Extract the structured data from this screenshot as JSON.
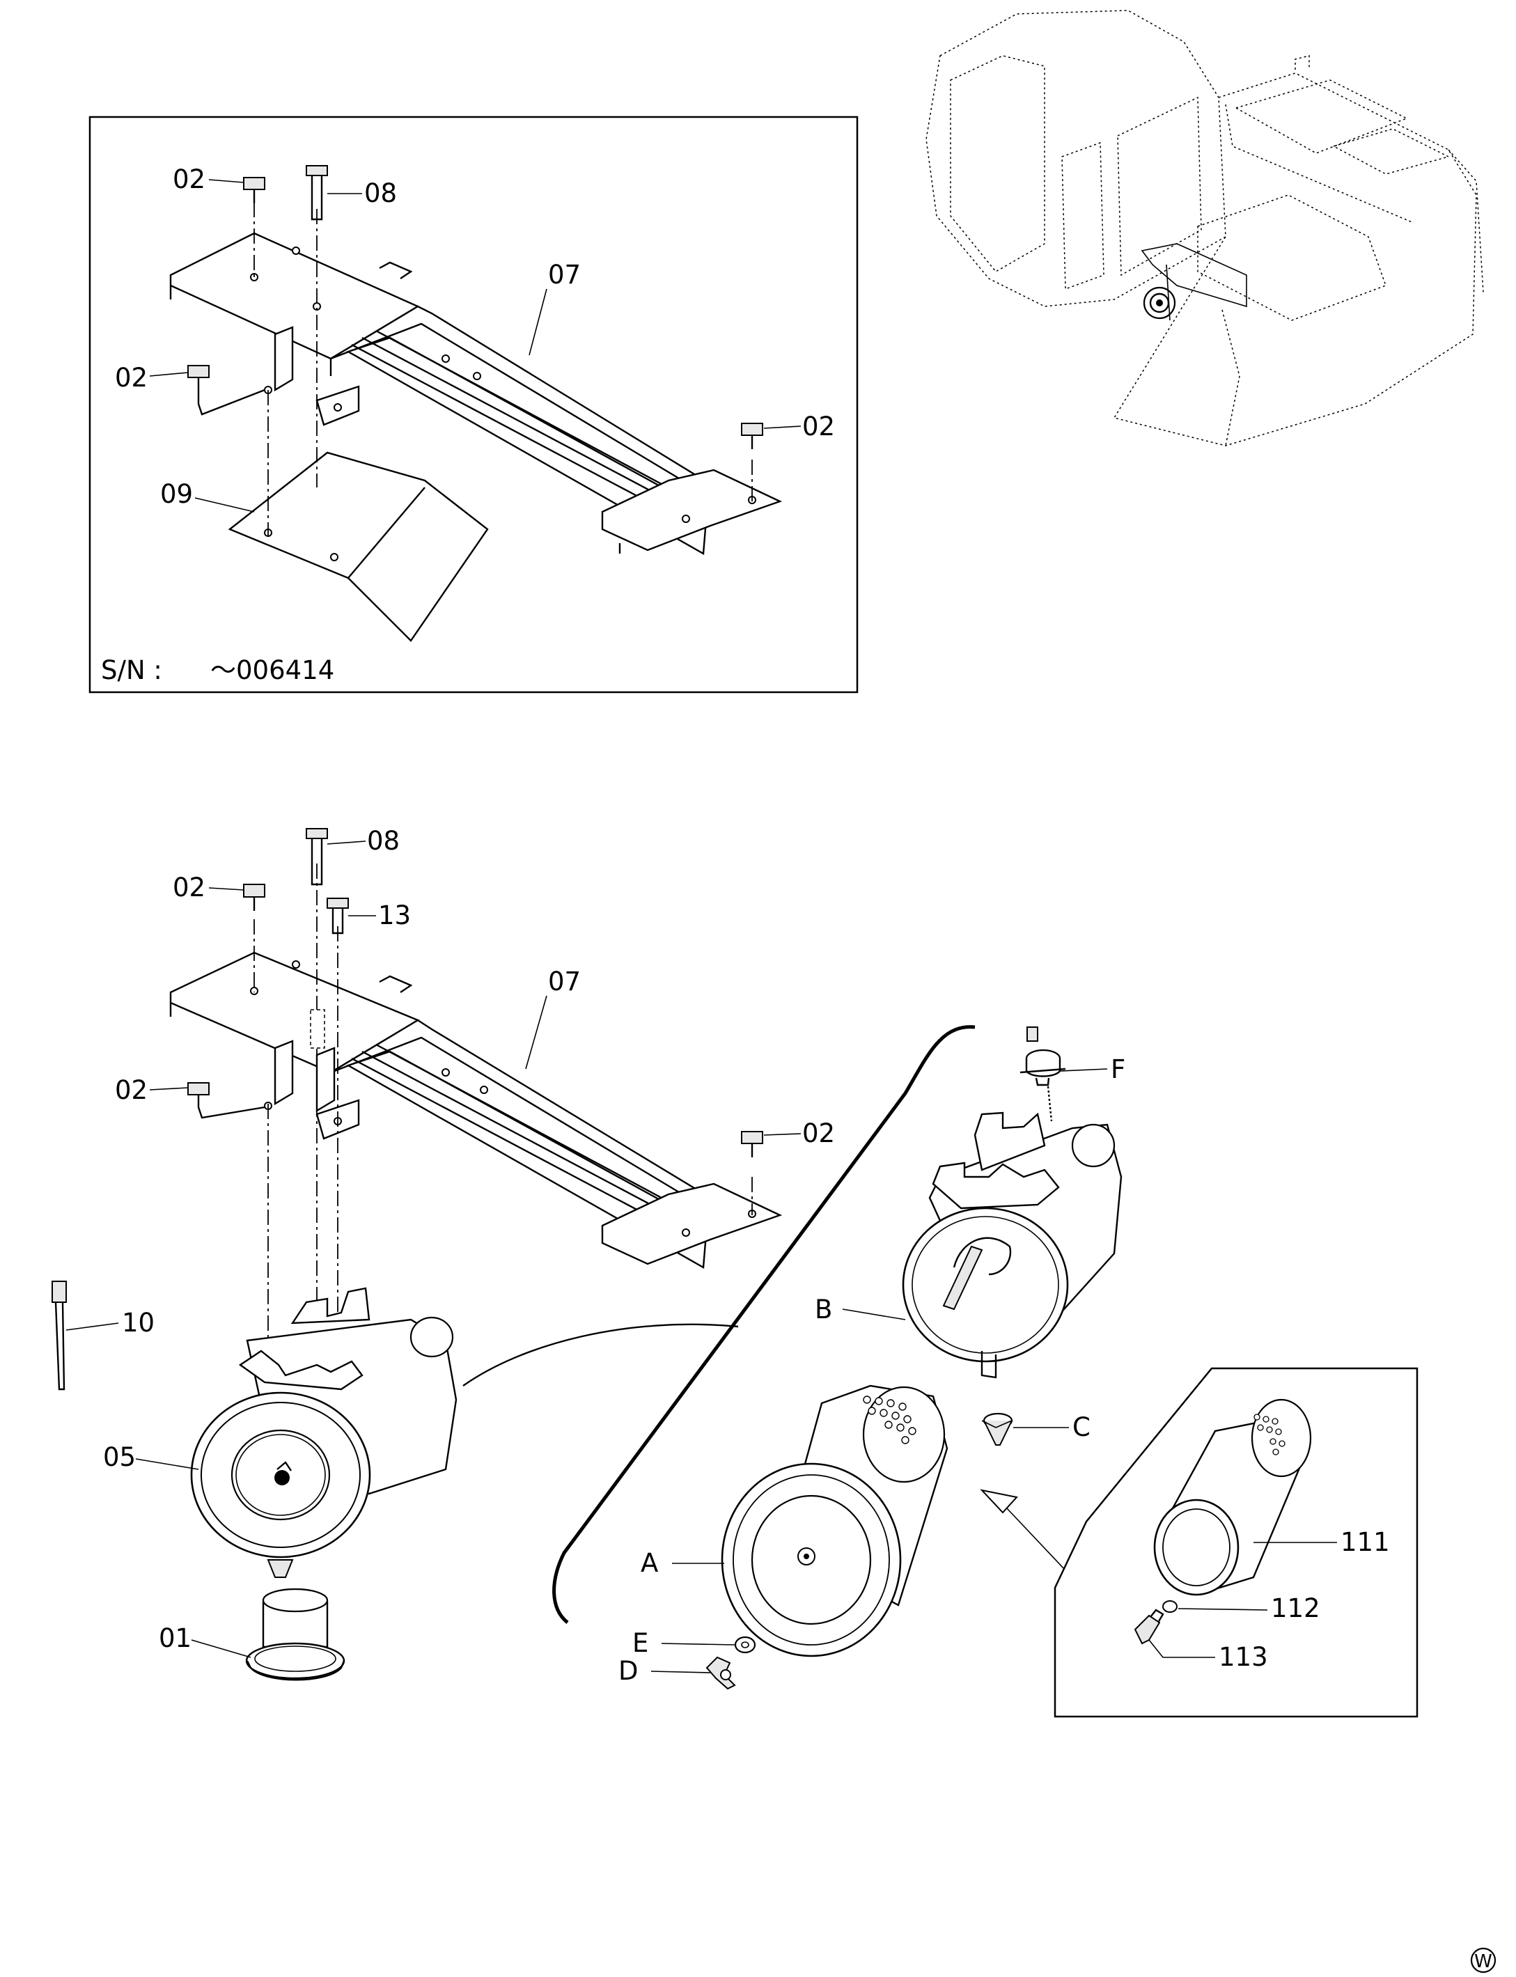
{
  "diagram": {
    "serial_note": "S/N :",
    "serial_range": "～006414",
    "corner_mark": "W",
    "top_callouts": {
      "bolt_top_left": "02",
      "bolt_top": "08",
      "bracket": "07",
      "bolt_mid_left": "02",
      "bolt_right": "02",
      "cover": "09"
    },
    "main_callouts": {
      "bolt_top": "08",
      "bolt_top_left": "02",
      "bolt_13": "13",
      "bracket": "07",
      "bolt_mid_left": "02",
      "bolt_right": "02",
      "tie": "10",
      "air_cleaner": "05",
      "cap": "01"
    },
    "detail_callouts": {
      "indicator": "F",
      "body": "B",
      "valve": "C",
      "element": "A",
      "washer": "E",
      "wing_nut": "D"
    },
    "inset_callouts": {
      "inner_element": "111",
      "o_ring": "112",
      "fitting": "113"
    }
  }
}
